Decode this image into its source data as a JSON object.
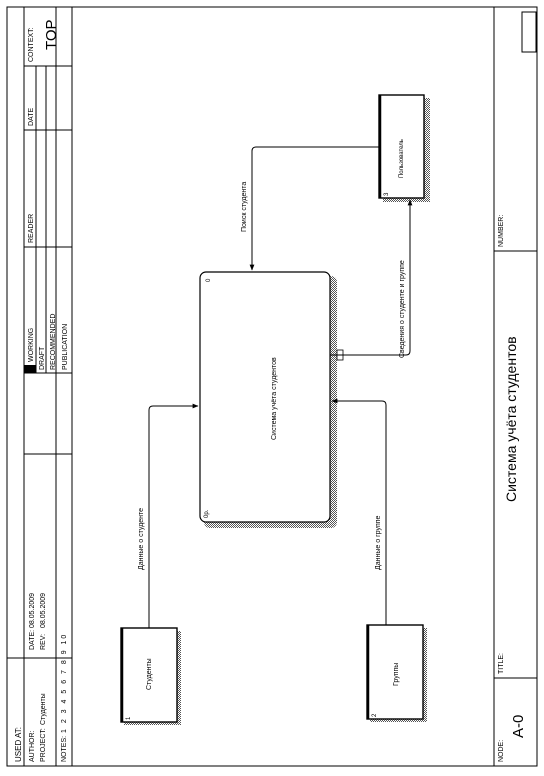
{
  "header": {
    "used_at": "USED AT:",
    "author": "AUTHOR:",
    "project_label": "PROJECT:",
    "project_value": "Студенты",
    "notes_label": "NOTES:",
    "notes_numbers": "1 2 3 4 5 6 7 8 9 10",
    "date_label": "DATE:",
    "date_value": "08.05.2009",
    "rev_label": "REV:",
    "rev_value": "08.05.2009",
    "status": [
      "WORKING",
      "DRAFT",
      "RECOMMENDED",
      "PUBLICATION"
    ],
    "reader": "READER",
    "date_col": "DATE",
    "context_label": "CONTEXT:",
    "context_value": "TOP"
  },
  "footer": {
    "node_label": "NODE:",
    "node_value": "A-0",
    "title_label": "TITLE:",
    "title_value": "Система учёта студентов",
    "number_label": "NUMBER:"
  },
  "diagram": {
    "process": {
      "name": "Система учёта студентов",
      "number": "0",
      "cost": "0р."
    },
    "externals": [
      {
        "name": "Студенты",
        "number": "1"
      },
      {
        "name": "Группы",
        "number": "2"
      },
      {
        "name": "Пользователь",
        "number": "3"
      }
    ],
    "arrows": [
      "Данные о студенте",
      "Данные о группе",
      "Поиск студента",
      "Сведения о студенте и группе"
    ]
  }
}
